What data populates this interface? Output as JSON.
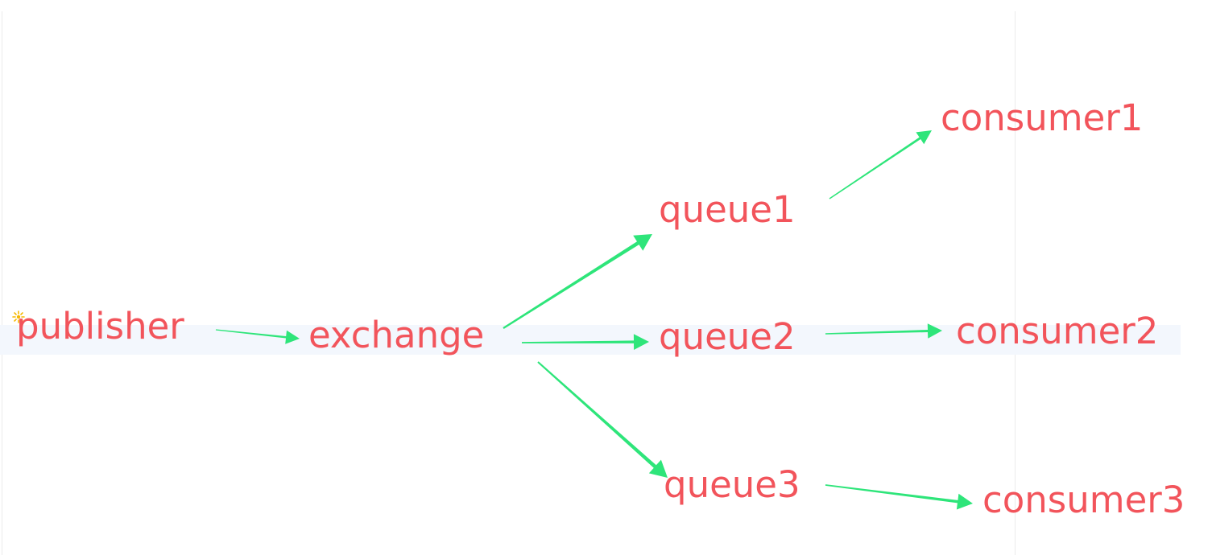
{
  "colors": {
    "node_text": "#f2545b",
    "arrow": "#2ee57a",
    "sparkle": "#f5b800"
  },
  "nodes": {
    "publisher": "publisher",
    "exchange": "exchange",
    "queue1": "queue1",
    "queue2": "queue2",
    "queue3": "queue3",
    "consumer1": "consumer1",
    "consumer2": "consumer2",
    "consumer3": "consumer3"
  },
  "edges": [
    {
      "from": "publisher",
      "to": "exchange"
    },
    {
      "from": "exchange",
      "to": "queue1"
    },
    {
      "from": "exchange",
      "to": "queue2"
    },
    {
      "from": "exchange",
      "to": "queue3"
    },
    {
      "from": "queue1",
      "to": "consumer1"
    },
    {
      "from": "queue2",
      "to": "consumer2"
    },
    {
      "from": "queue3",
      "to": "consumer3"
    }
  ],
  "icons": {
    "cursor_marker": "sparkle-icon"
  }
}
